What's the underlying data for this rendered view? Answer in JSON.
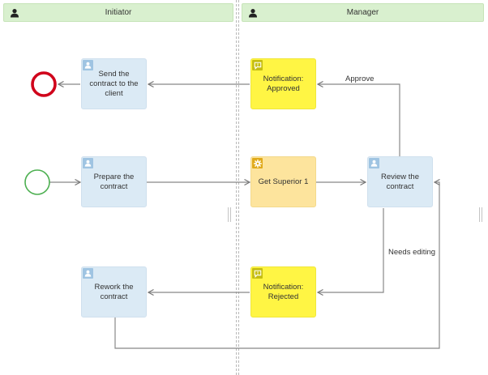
{
  "lanes": [
    {
      "title": "Initiator",
      "icon": "user-icon"
    },
    {
      "title": "Manager",
      "icon": "user-icon"
    }
  ],
  "tasks": {
    "send_contract": {
      "label": "Send the contract to the client",
      "kind": "user",
      "icon": "user-icon"
    },
    "prepare_contract": {
      "label": "Prepare the contract",
      "kind": "user",
      "icon": "user-icon"
    },
    "rework_contract": {
      "label": "Rework the contract",
      "kind": "user",
      "icon": "user-icon"
    },
    "notification_approved": {
      "label": "Notification: Approved",
      "kind": "notify",
      "icon": "message-alert-icon"
    },
    "get_superior": {
      "label": "Get Superior 1",
      "kind": "service",
      "icon": "gear-icon"
    },
    "notification_rejected": {
      "label": "Notification: Rejected",
      "kind": "notify",
      "icon": "message-alert-icon"
    },
    "review_contract": {
      "label": "Review the contract",
      "kind": "user",
      "icon": "user-icon"
    }
  },
  "events": {
    "start": {
      "kind": "start",
      "color": "#4caf50"
    },
    "end": {
      "kind": "end",
      "color": "#d0021b"
    }
  },
  "flow_labels": {
    "approve": "Approve",
    "needs_editing": "Needs editing"
  },
  "colors": {
    "lane_header": "#d9f0cf",
    "user_task": "#dbeaf5",
    "notify_task": "#fff544",
    "service_task": "#fde49d",
    "connector": "#777777"
  }
}
